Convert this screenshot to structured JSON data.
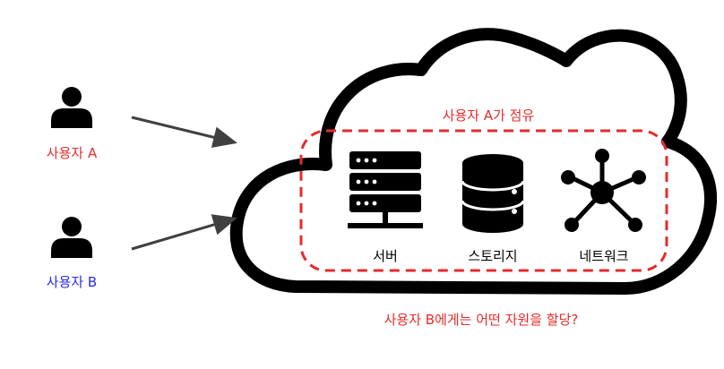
{
  "users": [
    {
      "label": "사용자 A",
      "color": "#e52b2b"
    },
    {
      "label": "사용자 B",
      "color": "#2b2be5"
    }
  ],
  "cloud": {
    "occupied_label": "사용자 A가 점유",
    "occupied_color": "#e52b2b",
    "resources": [
      {
        "label": "서버",
        "icon": "server-icon"
      },
      {
        "label": "스토리지",
        "icon": "storage-icon"
      },
      {
        "label": "네트워크",
        "icon": "network-icon"
      }
    ]
  },
  "question": "사용자 B에게는 어떤 자원을 할당?",
  "question_color": "#e52b2b"
}
